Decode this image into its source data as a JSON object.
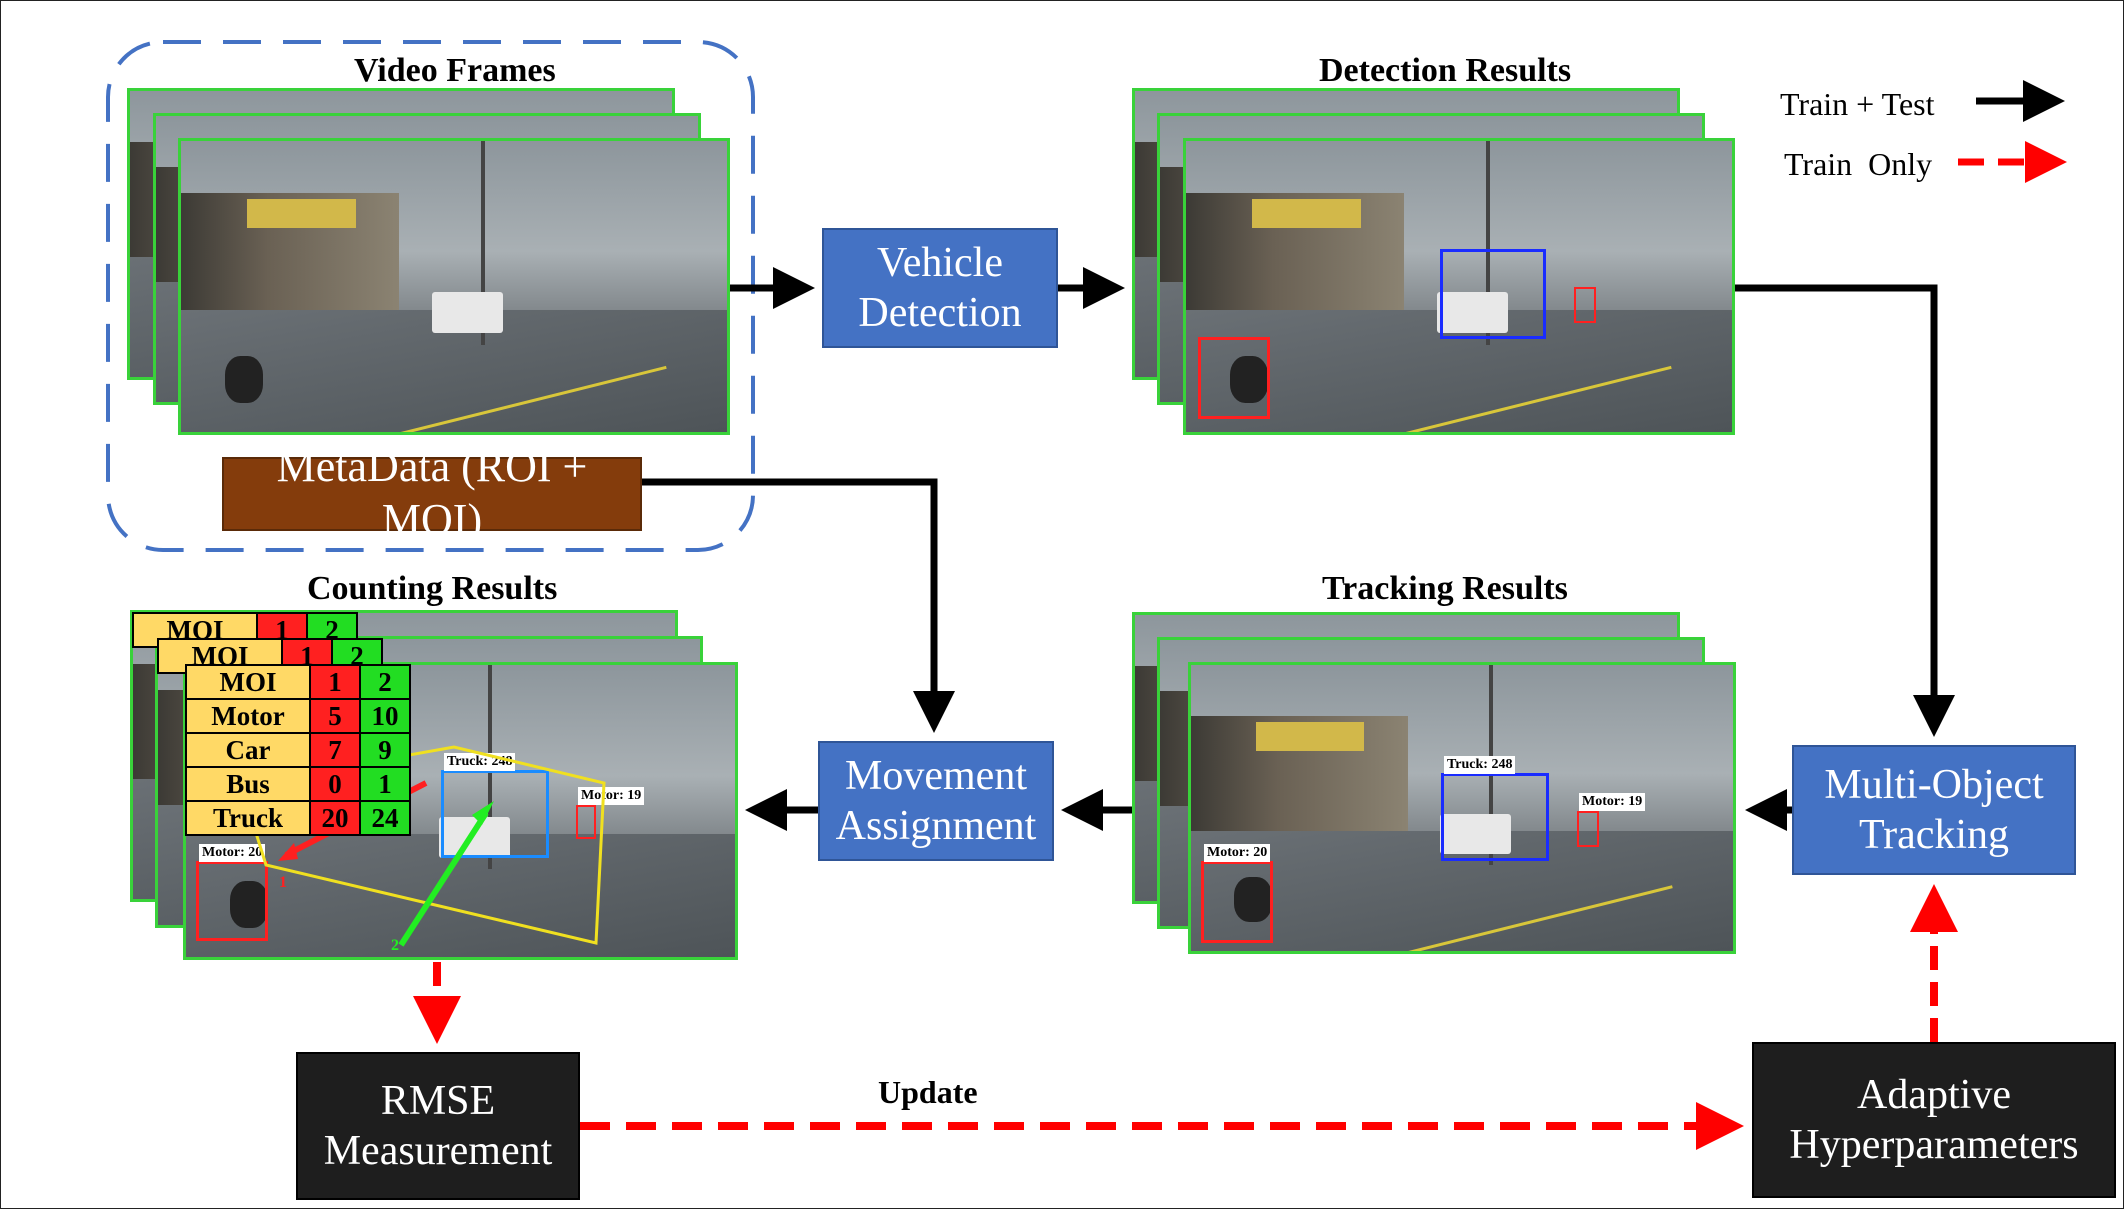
{
  "titles": {
    "video_frames": "Video Frames",
    "detection_results": "Detection Results",
    "counting_results": "Counting Results",
    "tracking_results": "Tracking Results"
  },
  "boxes": {
    "vehicle_detection": [
      "Vehicle",
      "Detection"
    ],
    "metadata": "MetaData (ROI + MOI)",
    "movement_assignment": [
      "Movement",
      "Assignment"
    ],
    "multi_object_tracking": [
      "Multi-Object",
      "Tracking"
    ],
    "rmse": [
      "RMSE",
      "Measurement"
    ],
    "adaptive": [
      "Adaptive",
      "Hyperparameters"
    ]
  },
  "legend": {
    "solid": "Train + Test",
    "dashed": "Train  Only"
  },
  "update_label": "Update",
  "detection_labels": {
    "truck": "Truck: 248",
    "motor_a": "Motor: 19",
    "motor_b": "Motor: 20"
  },
  "movement_labels": {
    "moi_1": "1",
    "moi_2": "2"
  },
  "counting_table": {
    "header": [
      "MOI",
      "1",
      "2"
    ],
    "rows": [
      [
        "Motor",
        "5",
        "10"
      ],
      [
        "Car",
        "7",
        "9"
      ],
      [
        "Bus",
        "0",
        "1"
      ],
      [
        "Truck",
        "20",
        "24"
      ]
    ]
  },
  "colors": {
    "process_box": "#4472c4",
    "metadata_box": "#843c0c",
    "dark_box": "#1e1e1e",
    "frame_border": "#39d23a",
    "train_only_arrow": "#ff0000",
    "train_test_arrow": "#000000",
    "table_header": "#ffd966",
    "table_moi1": "#ff2020",
    "table_moi2": "#22dd22"
  }
}
